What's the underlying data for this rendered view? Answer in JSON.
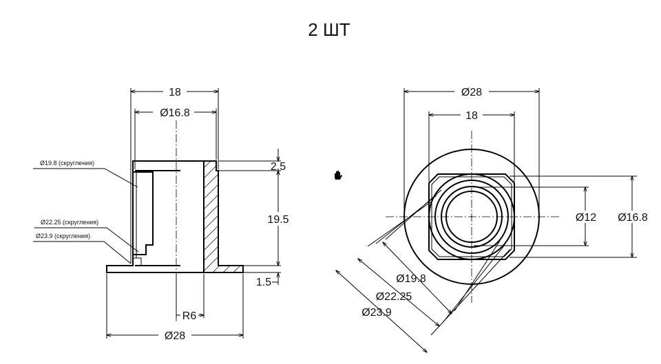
{
  "title": "2 ШТ",
  "side_view": {
    "dims": {
      "width_top": "18",
      "inner_dia": "Ø16.8",
      "flange_thickness_top": "2.5",
      "height": "19.5",
      "base_thickness": "1.5",
      "radius": "R6",
      "base_dia": "Ø28"
    },
    "notes": {
      "fillet_19_8": "Ø19.8 (скругления)",
      "fillet_22_25": "Ø22.25 (скругления)",
      "fillet_23_9": "Ø23.9 (скругления)"
    }
  },
  "top_view": {
    "dims": {
      "outer_dia": "Ø28",
      "square": "18",
      "bore": "Ø12",
      "dia_16_8": "Ø16.8",
      "dia_19_8": "Ø19.8",
      "dia_22_25": "Ø22.25",
      "dia_23_9": "Ø23.9"
    }
  },
  "icons": {
    "cursor": "hand-cursor-icon"
  }
}
